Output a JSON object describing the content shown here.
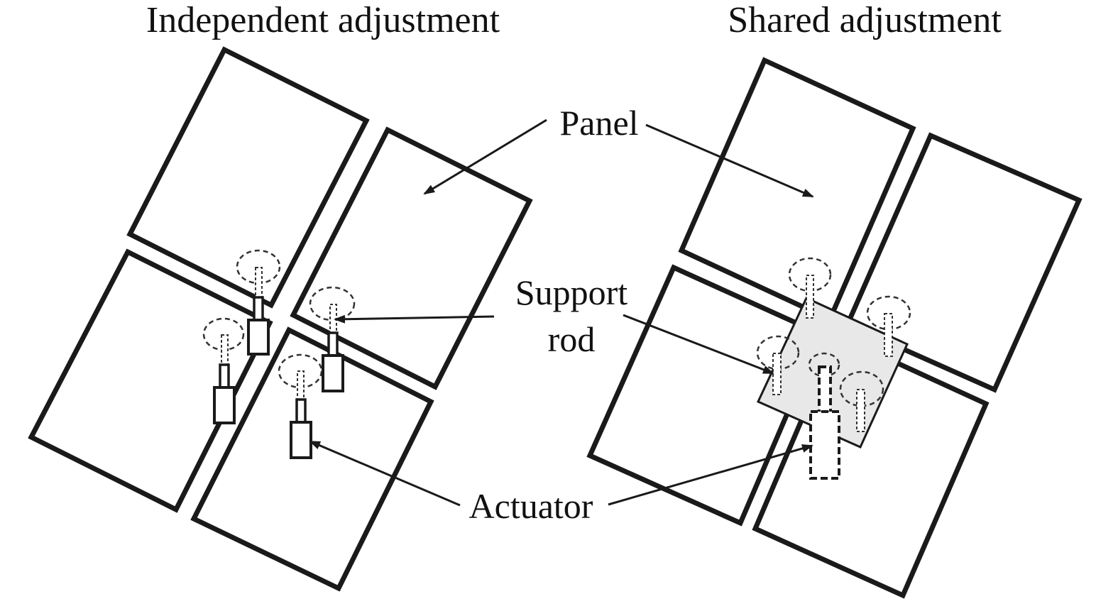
{
  "titles": {
    "left": "Independent adjustment",
    "right": "Shared adjustment"
  },
  "callouts": {
    "panel": "Panel",
    "support_rod_line1": "Support",
    "support_rod_line2": "rod",
    "actuator": "Actuator"
  },
  "colors": {
    "line": "#1a1a1a",
    "shared_plate_fill": "#e8e8e8",
    "background": "#ffffff"
  }
}
